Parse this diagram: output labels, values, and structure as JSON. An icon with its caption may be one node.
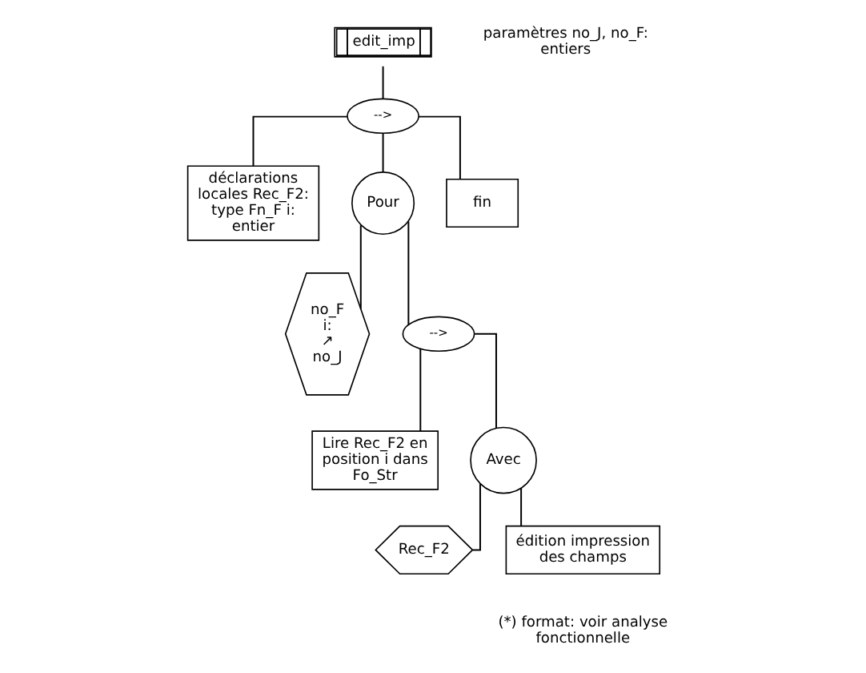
{
  "diagram": {
    "nodes": [
      {
        "text": [
          "edit_imp"
        ]
      },
      {
        "text": [
          "-->"
        ]
      },
      {
        "text": [
          "déclarations locales Rec_F2: type Fn_F i: entier"
        ]
      },
      {
        "text": [
          "Pour"
        ]
      },
      {
        "text": [
          "fin"
        ]
      },
      {
        "text": [
          "no_F",
          "i:",
          "↗",
          "no_J"
        ]
      },
      {
        "text": [
          "-->"
        ]
      },
      {
        "text": [
          "Lire Rec_F2 en position i dans Fo_Str"
        ]
      },
      {
        "text": [
          "Avec"
        ]
      },
      {
        "text": [
          "Rec_F2"
        ]
      },
      {
        "text": [
          "édition impression des champs"
        ]
      }
    ],
    "edges": [
      {
        "from": 0,
        "to": 1,
        "arrow": "none"
      },
      {
        "from": 1,
        "to": 2,
        "arrow": "none"
      },
      {
        "from": 1,
        "to": 3,
        "arrow": "none"
      },
      {
        "from": 1,
        "to": 4,
        "arrow": "none"
      },
      {
        "from": 3,
        "to": 5,
        "arrow": "none"
      },
      {
        "from": 3,
        "to": 6,
        "arrow": "none"
      },
      {
        "from": 6,
        "to": 7,
        "arrow": "none"
      },
      {
        "from": 6,
        "to": 8,
        "arrow": "none"
      },
      {
        "from": 8,
        "to": 9,
        "arrow": "none"
      },
      {
        "from": 8,
        "to": 10,
        "arrow": "none"
      }
    ],
    "labels": [
      "paramètres no_J, no_F: entiers",
      "(*) format: voir analyse fonctionnelle"
    ]
  }
}
